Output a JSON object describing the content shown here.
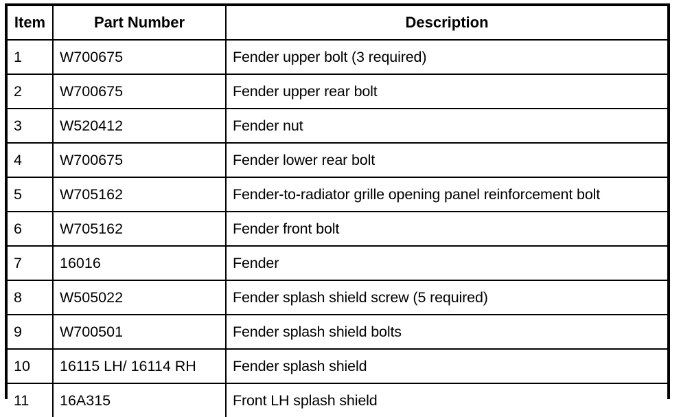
{
  "table": {
    "columns": [
      {
        "key": "item",
        "label": "Item"
      },
      {
        "key": "part_number",
        "label": "Part Number"
      },
      {
        "key": "description",
        "label": "Description"
      }
    ],
    "rows": [
      {
        "item": "1",
        "part_number": "W700675",
        "description": "Fender upper bolt (3 required)"
      },
      {
        "item": "2",
        "part_number": "W700675",
        "description": "Fender upper rear bolt"
      },
      {
        "item": "3",
        "part_number": "W520412",
        "description": "Fender nut"
      },
      {
        "item": "4",
        "part_number": "W700675",
        "description": "Fender lower rear bolt"
      },
      {
        "item": "5",
        "part_number": "W705162",
        "description": "Fender-to-radiator grille opening panel reinforcement bolt"
      },
      {
        "item": "6",
        "part_number": "W705162",
        "description": "Fender front bolt"
      },
      {
        "item": "7",
        "part_number": "16016",
        "description": "Fender"
      },
      {
        "item": "8",
        "part_number": "W505022",
        "description": "Fender splash shield screw (5 required)"
      },
      {
        "item": "9",
        "part_number": "W700501",
        "description": "Fender splash shield bolts"
      },
      {
        "item": "10",
        "part_number": "16115 LH/ 16114 RH",
        "description": "Fender splash shield"
      },
      {
        "item": "11",
        "part_number": "16A315",
        "description": "Front LH splash shield"
      }
    ]
  },
  "colors": {
    "border": "#000000",
    "text": "#000000",
    "background": "#ffffff"
  }
}
